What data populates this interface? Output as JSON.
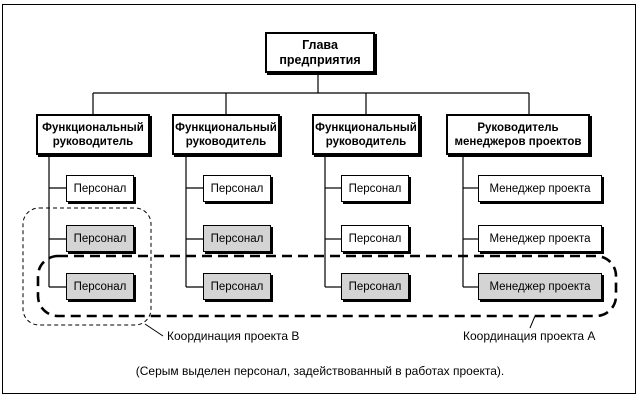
{
  "head": "Глава\nпредприятия",
  "managers": [
    "Функциональный\nруководитель",
    "Функциональный\nруководитель",
    "Функциональный\nруководитель",
    "Руководитель\nменеджеров проектов"
  ],
  "columns": [
    {
      "items": [
        {
          "label": "Персонал",
          "highlighted": false
        },
        {
          "label": "Персонал",
          "highlighted": true
        },
        {
          "label": "Персонал",
          "highlighted": true
        }
      ]
    },
    {
      "items": [
        {
          "label": "Персонал",
          "highlighted": false
        },
        {
          "label": "Персонал",
          "highlighted": true
        },
        {
          "label": "Персонал",
          "highlighted": true
        }
      ]
    },
    {
      "items": [
        {
          "label": "Персонал",
          "highlighted": false
        },
        {
          "label": "Персонал",
          "highlighted": false
        },
        {
          "label": "Персонал",
          "highlighted": true
        }
      ]
    },
    {
      "items": [
        {
          "label": "Менеджер проекта",
          "highlighted": false
        },
        {
          "label": "Менеджер проекта",
          "highlighted": false
        },
        {
          "label": "Менеджер проекта",
          "highlighted": true
        }
      ]
    }
  ],
  "coordination_b": "Координация проекта В",
  "coordination_a": "Координация проекта А",
  "footnote": "(Серым выделен персонал, задействованный в работах проекта).",
  "colors": {
    "highlight": "#d4d4d4",
    "line": "#000000"
  }
}
